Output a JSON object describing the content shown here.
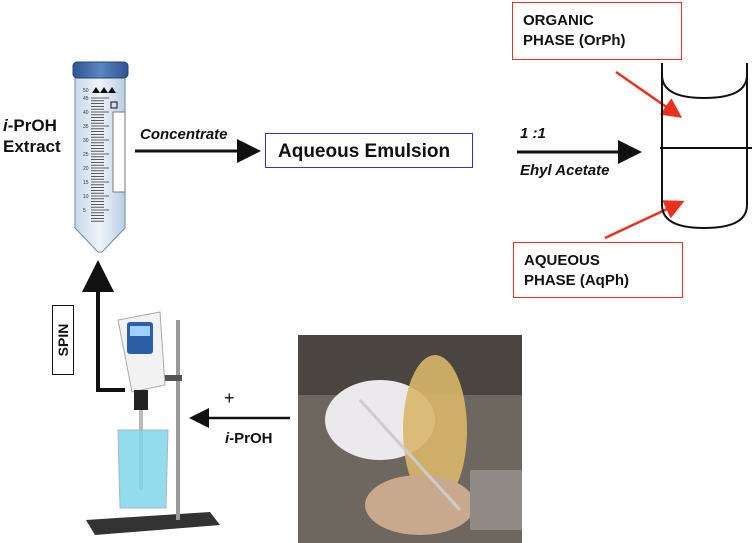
{
  "labels": {
    "extract_line1_italic": "i",
    "extract_line1_rest": "-PrOH",
    "extract_line2": "Extract",
    "concentrate": "Concentrate",
    "emulsion": "Aqueous Emulsion",
    "ratio": "1 :1",
    "solvent": "Ehyl Acetate",
    "organic_line1": "ORGANIC",
    "organic_line2": "PHASE  (OrPh)",
    "aqueous_line1": "AQUEOUS",
    "aqueous_line2": "PHASE  (AqPh)",
    "spin": "SPIN",
    "plus": "+",
    "iproh_italic": "i",
    "iproh_rest": "-PrOH"
  },
  "tube_scale": [
    "50",
    "45",
    "40",
    "35",
    "30",
    "25",
    "20",
    "15",
    "10",
    "5"
  ],
  "colors": {
    "emulsion_border": "#3333cc",
    "phase_border": "#e8321e",
    "arrow": "#111111",
    "tube_cap": "#3f6aa8",
    "beaker_liquid": "#7fd6ea"
  }
}
